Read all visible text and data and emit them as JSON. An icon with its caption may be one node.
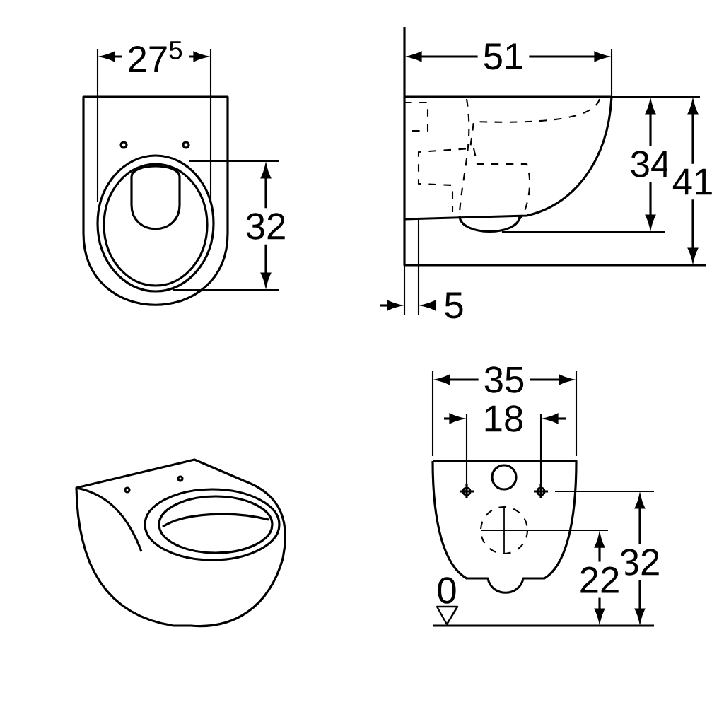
{
  "diagram": {
    "labels": [
      "27$^{5}$",
      "51",
      "34",
      "41",
      "32",
      "5",
      "35",
      "18",
      "32",
      "22",
      "0"
    ]
  }
}
